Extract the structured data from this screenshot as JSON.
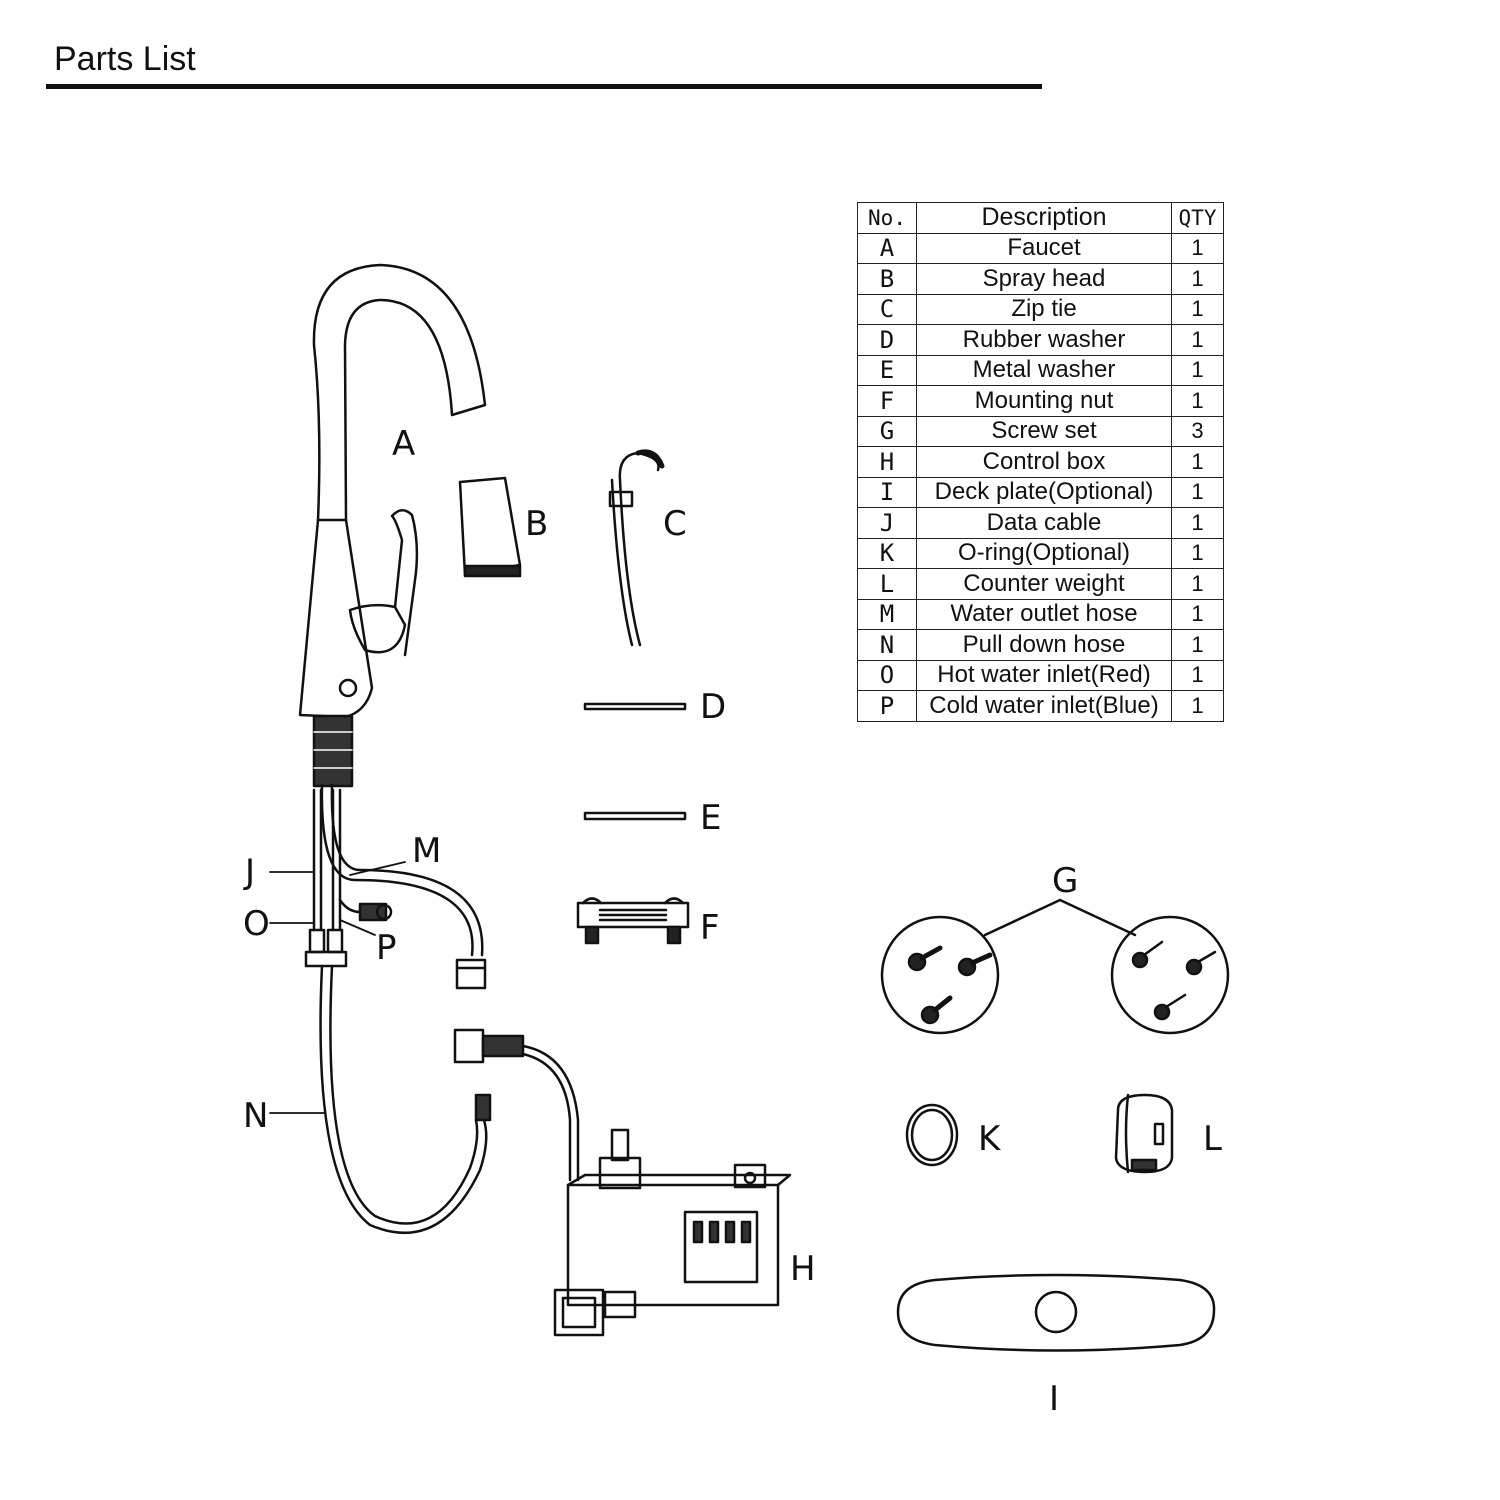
{
  "header": {
    "title": "Parts List"
  },
  "table": {
    "headers": {
      "no": "No.",
      "description": "Description",
      "qty": "QTY"
    },
    "rows": [
      {
        "no": "A",
        "description": "Faucet",
        "qty": "1"
      },
      {
        "no": "B",
        "description": "Spray head",
        "qty": "1"
      },
      {
        "no": "C",
        "description": "Zip tie",
        "qty": "1"
      },
      {
        "no": "D",
        "description": "Rubber washer",
        "qty": "1"
      },
      {
        "no": "E",
        "description": "Metal washer",
        "qty": "1"
      },
      {
        "no": "F",
        "description": "Mounting nut",
        "qty": "1"
      },
      {
        "no": "G",
        "description": "Screw set",
        "qty": "3"
      },
      {
        "no": "H",
        "description": "Control box",
        "qty": "1"
      },
      {
        "no": "I",
        "description": "Deck plate(Optional)",
        "qty": "1"
      },
      {
        "no": "J",
        "description": "Data cable",
        "qty": "1"
      },
      {
        "no": "K",
        "description": "O-ring(Optional)",
        "qty": "1"
      },
      {
        "no": "L",
        "description": "Counter weight",
        "qty": "1"
      },
      {
        "no": "M",
        "description": "Water outlet hose",
        "qty": "1"
      },
      {
        "no": "N",
        "description": "Pull down hose",
        "qty": "1"
      },
      {
        "no": "O",
        "description": "Hot water inlet(Red)",
        "qty": "1"
      },
      {
        "no": "P",
        "description": "Cold water inlet(Blue)",
        "qty": "1"
      }
    ]
  },
  "diagram": {
    "labels": {
      "A": "A",
      "B": "B",
      "C": "C",
      "D": "D",
      "E": "E",
      "F": "F",
      "G": "G",
      "H": "H",
      "I": "I",
      "J": "J",
      "K": "K",
      "L": "L",
      "M": "M",
      "N": "N",
      "O": "O",
      "P": "P"
    }
  }
}
